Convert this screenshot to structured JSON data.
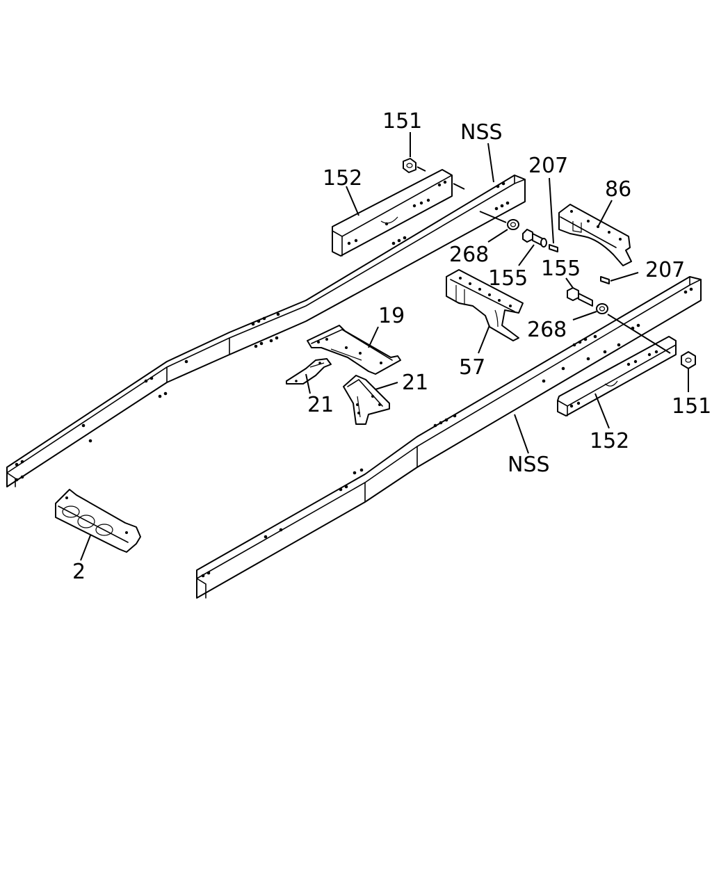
{
  "callouts": [
    {
      "id": "nut-151-top",
      "text": "151"
    },
    {
      "id": "nss-top",
      "text": "NSS"
    },
    {
      "id": "bracket-152-top",
      "text": "152"
    },
    {
      "id": "clip-207-top",
      "text": "207"
    },
    {
      "id": "crossmember-86",
      "text": "86"
    },
    {
      "id": "washer-268-top",
      "text": "268"
    },
    {
      "id": "bolt-155-left",
      "text": "155"
    },
    {
      "id": "bolt-155-right",
      "text": "155"
    },
    {
      "id": "clip-207-right",
      "text": "207"
    },
    {
      "id": "crossmember-19",
      "text": "19"
    },
    {
      "id": "washer-268-right",
      "text": "268"
    },
    {
      "id": "crossmember-57",
      "text": "57"
    },
    {
      "id": "gusset-21-left",
      "text": "21"
    },
    {
      "id": "gusset-21-right",
      "text": "21"
    },
    {
      "id": "nut-151-right",
      "text": "151"
    },
    {
      "id": "bracket-152-right",
      "text": "152"
    },
    {
      "id": "nss-bottom",
      "text": "NSS"
    },
    {
      "id": "crossmember-2",
      "text": "2"
    }
  ]
}
